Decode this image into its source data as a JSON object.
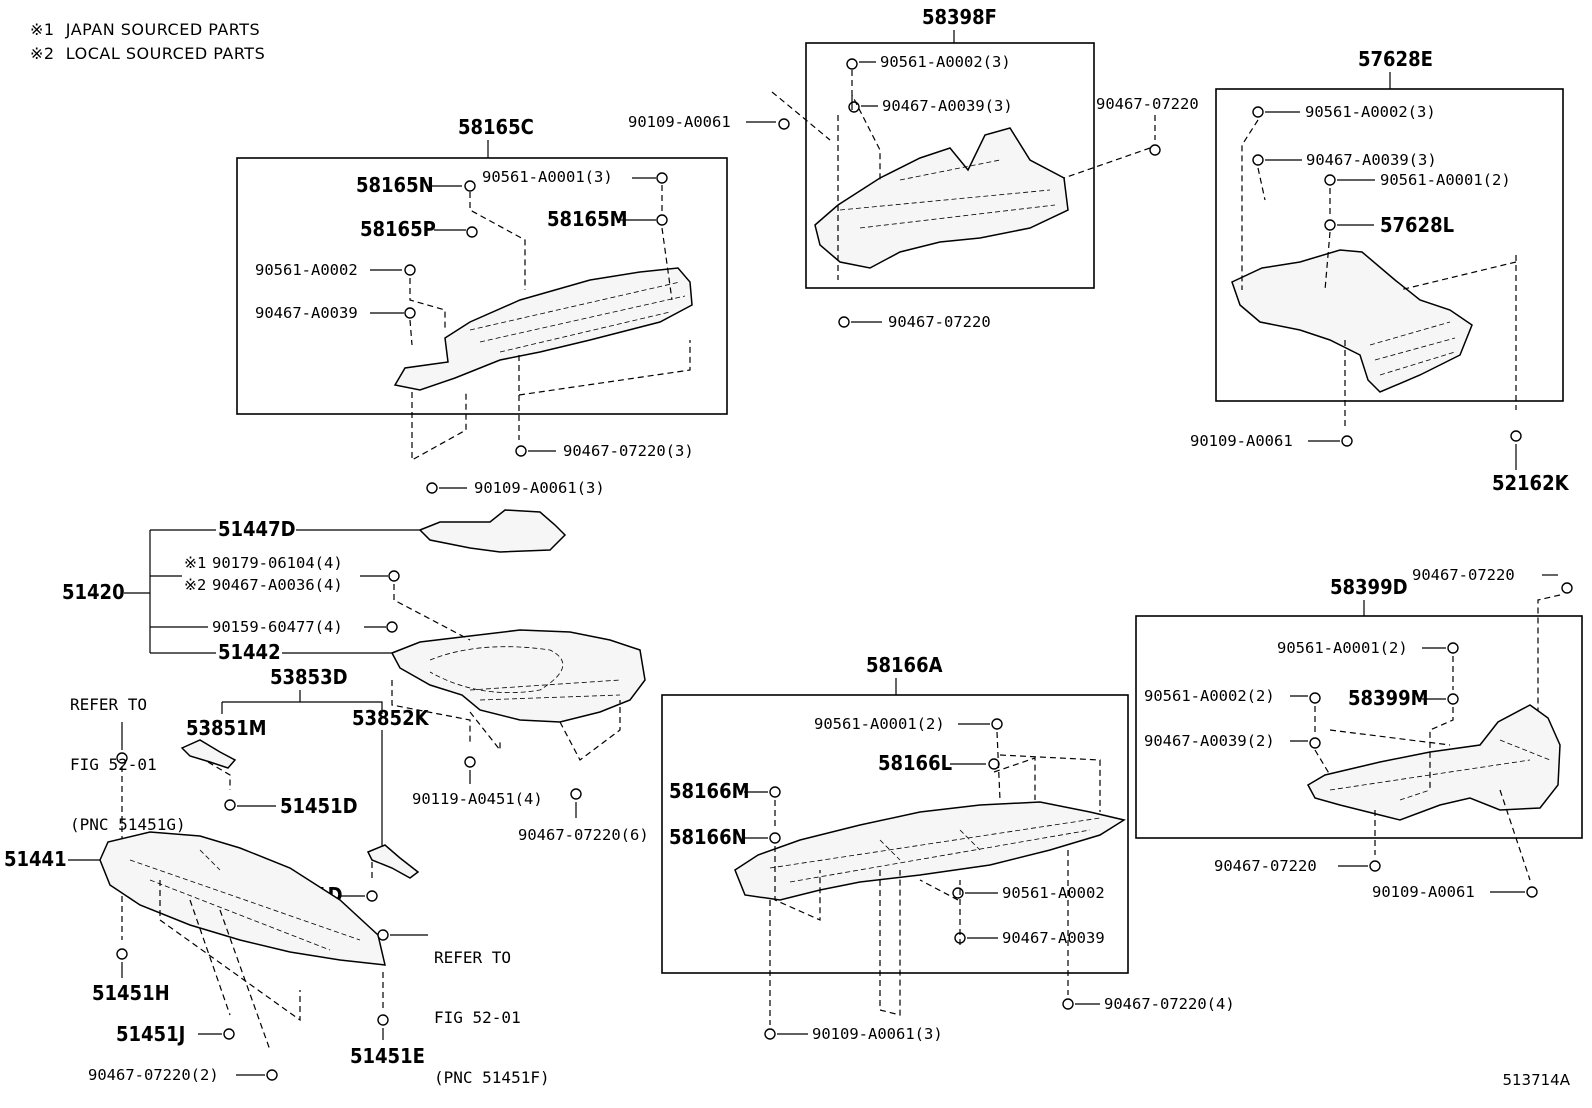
{
  "notes": {
    "note1": "※1  JAPAN SOURCED PARTS",
    "note2": "※2  LOCAL SOURCED PARTS"
  },
  "refs": {
    "ref1": [
      "REFER TO",
      "FIG 52-01",
      "(PNC 51451G)"
    ],
    "ref2": [
      "REFER TO",
      "FIG 52-01",
      "(PNC 51451F)"
    ]
  },
  "figure_id": "513714A",
  "assemblies": {
    "a58165C": "58165C",
    "a58398F": "58398F",
    "a57628E": "57628E",
    "a58399D": "58399D",
    "a58166A": "58166A",
    "a51420": "51420",
    "a53853D": "53853D"
  },
  "parts": {
    "p58165N": "58165N",
    "p58165P": "58165P",
    "p58165M": "58165M",
    "c58165_1": "90561-A0001(3)",
    "c58165_2": "90561-A0002",
    "c58165_3": "90467-A0039",
    "c58165_4": "90467-07220(3)",
    "c58165_5": "90109-A0061(3)",
    "c58398_1": "90561-A0002(3)",
    "c58398_2": "90467-A0039(3)",
    "c58398_3": "90109-A0061",
    "c58398_4": "90467-07220",
    "c58398_5": "90467-07220",
    "c57628_1": "90561-A0002(3)",
    "c57628_2": "90467-A0039(3)",
    "c57628_3": "90561-A0001(2)",
    "p57628L": "57628L",
    "c57628_4": "90109-A0061",
    "p52162K": "52162K",
    "p51447D": "51447D",
    "m1": "※1",
    "m2": "※2",
    "c51420_1": "90179-06104(4)",
    "c51420_2": "90467-A0036(4)",
    "c51420_3": "90159-60477(4)",
    "p51442": "51442",
    "c51442_1": "90119-A0451(4)",
    "c51442_2": "90467-07220(6)",
    "p53851M": "53851M",
    "p53852K": "53852K",
    "p51451D_1": "51451D",
    "p51451D_2": "51451D",
    "p51441": "51441",
    "p51451H": "51451H",
    "p51451J": "51451J",
    "p51451E": "51451E",
    "c51441_1": "90467-07220(2)",
    "c58166_1": "90561-A0001(2)",
    "p58166L": "58166L",
    "p58166M": "58166M",
    "p58166N": "58166N",
    "c58166_2": "90561-A0002",
    "c58166_3": "90467-A0039",
    "c58166_4": "90467-07220(4)",
    "c58166_5": "90109-A0061(3)",
    "c58399_top": "90467-07220",
    "c58399_1": "90561-A0001(2)",
    "c58399_2": "90561-A0002(2)",
    "p58399M": "58399M",
    "c58399_3": "90467-A0039(2)",
    "c58399_4": "90467-07220",
    "c58399_5": "90109-A0061"
  }
}
